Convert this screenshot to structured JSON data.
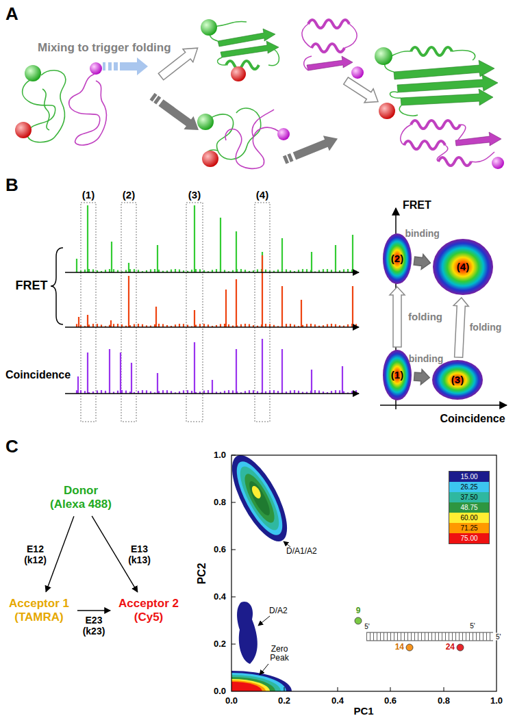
{
  "diagram": {
    "nodes": [
      {
        "text": [
          "(2)"
        ]
      },
      {
        "text": [
          "(4)"
        ]
      },
      {
        "text": [
          "(1)"
        ]
      },
      {
        "text": [
          "(3)"
        ]
      },
      {
        "text": [
          "Donor",
          "(Alexa 488)"
        ]
      },
      {
        "text": [
          "Acceptor 1",
          "(TAMRA)"
        ]
      },
      {
        "text": [
          "Acceptor 2",
          "(Cy5)"
        ]
      }
    ],
    "edges": [
      {
        "from": 2,
        "to": 0,
        "label": "folding",
        "arrow": "to"
      },
      {
        "from": 0,
        "to": 1,
        "label": "binding",
        "arrow": "to"
      },
      {
        "from": 2,
        "to": 3,
        "label": "binding",
        "arrow": "to"
      },
      {
        "from": 3,
        "to": 1,
        "label": "folding",
        "arrow": "to"
      },
      {
        "from": 4,
        "to": 5,
        "label": "E12 (k12)",
        "arrow": "to"
      },
      {
        "from": 4,
        "to": 6,
        "label": "E13 (k13)",
        "arrow": "to"
      },
      {
        "from": 5,
        "to": 6,
        "label": "E23 (k23)",
        "arrow": "to"
      }
    ],
    "labels": [
      "A",
      "Mixing to trigger folding",
      "B",
      "(1)",
      "(2)",
      "(3)",
      "(4)",
      "FRET",
      "FRET",
      "Coincidence",
      "Coincidence",
      "C",
      "PC2",
      "1.0",
      "0.8",
      "0.6",
      "0.4",
      "0.2",
      "0.0",
      "D/A1/A2",
      "9",
      "D/A2",
      "14",
      "24",
      "5'",
      "5'",
      "5'",
      "Zero Peak",
      "0.0",
      "0.2",
      "0.4",
      "0.6",
      "0.8",
      "1.0",
      "PC1"
    ],
    "legend": [
      {
        "text": "15.00",
        "color": "#1c1c8c"
      },
      {
        "text": "26.25",
        "color": "#3cc6f0"
      },
      {
        "text": "37.50",
        "color": "#2fb8a0"
      },
      {
        "text": "48.75",
        "color": "#2e9640"
      },
      {
        "text": "60.00",
        "color": "#ffee33"
      },
      {
        "text": "71.25",
        "color": "#ff9900"
      },
      {
        "text": "75.00",
        "color": "#ee1111"
      }
    ]
  }
}
